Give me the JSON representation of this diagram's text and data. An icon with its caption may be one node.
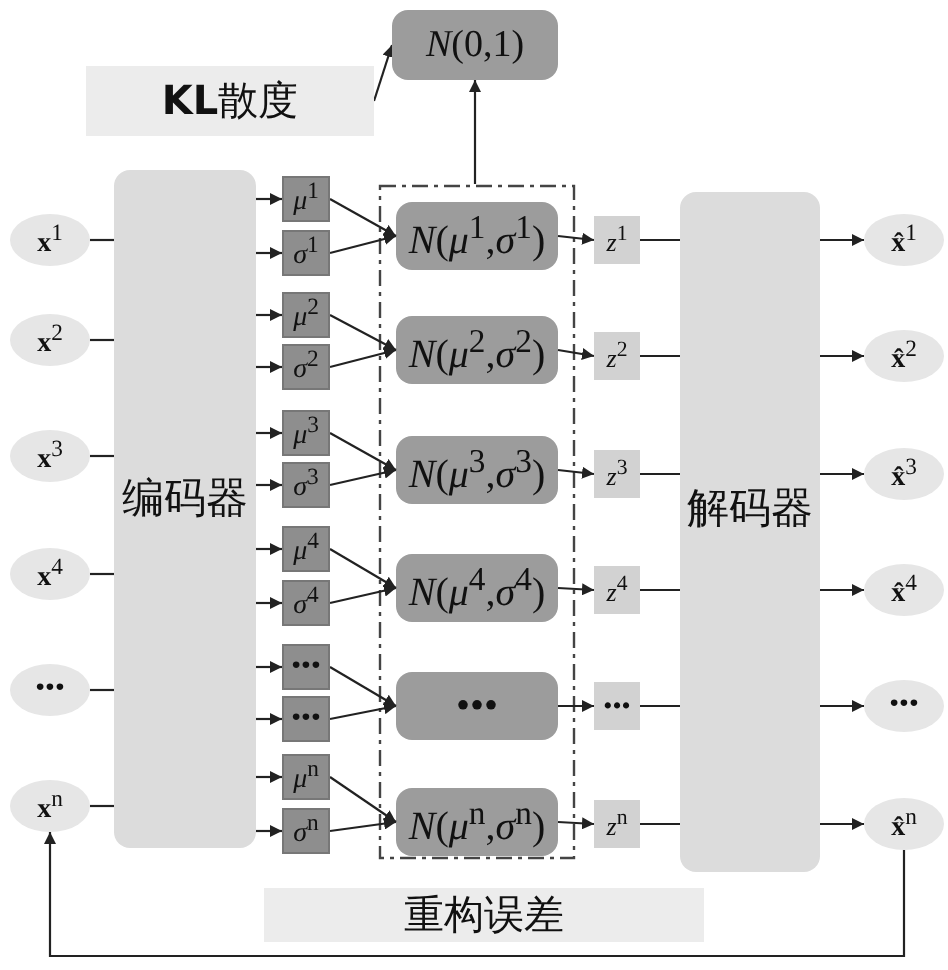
{
  "diagram": {
    "nodes": [
      {
        "text": [
          "*N*(0,1)"
        ]
      },
      {
        "text": [
          "**KL**散度"
        ]
      },
      {
        "text": [],
        "shape": "box"
      },
      {
        "text": [
          "**x**$^{1}$"
        ]
      },
      {
        "text": [
          "**x**$^{2}$"
        ]
      },
      {
        "text": [
          "**x**$^{3}$"
        ]
      },
      {
        "text": [
          "**x**$^{4}$"
        ]
      },
      {
        "text": [
          "•••"
        ]
      },
      {
        "text": [
          "**x**$^{n}$"
        ]
      },
      {
        "text": [
          "编码器"
        ]
      },
      {
        "text": [
          "*μ*$^{1}$"
        ]
      },
      {
        "text": [
          "*σ*$^{1}$"
        ]
      },
      {
        "text": [
          "*μ*$^{2}$"
        ]
      },
      {
        "text": [
          "*σ*$^{2}$"
        ]
      },
      {
        "text": [
          "*μ*$^{3}$"
        ]
      },
      {
        "text": [
          "*σ*$^{3}$"
        ]
      },
      {
        "text": [
          "*μ*$^{4}$"
        ]
      },
      {
        "text": [
          "*σ*$^{4}$"
        ]
      },
      {
        "text": [
          "•••"
        ]
      },
      {
        "text": [
          "•••"
        ]
      },
      {
        "text": [
          "*μ*$^{n}$"
        ]
      },
      {
        "text": [
          "*σ*$^{n}$"
        ]
      },
      {
        "text": [
          "*N*(*μ*$^{1}$,*σ*$^{1}$)"
        ],
        "in": 2
      },
      {
        "text": [
          "*N*(*μ*$^{2}$,*σ*$^{2}$)"
        ],
        "in": 2
      },
      {
        "text": [
          "*N*(*μ*$^{3}$,*σ*$^{3}$)"
        ],
        "in": 2
      },
      {
        "text": [
          "*N*(*μ*$^{4}$,*σ*$^{4}$)"
        ],
        "in": 2
      },
      {
        "text": [
          "•••"
        ],
        "in": 2
      },
      {
        "text": [
          "*N*(*μ*$^{n}$,*σ*$^{n}$)"
        ],
        "in": 2
      },
      {
        "text": [
          "*z*$^{1}$"
        ]
      },
      {
        "text": [
          "*z*$^{2}$"
        ]
      },
      {
        "text": [
          "*z*$^{3}$"
        ]
      },
      {
        "text": [
          "*z*$^{4}$"
        ]
      },
      {
        "text": [
          "•••"
        ]
      },
      {
        "text": [
          "*z*$^{n}$"
        ]
      },
      {
        "text": [
          "解码器"
        ]
      },
      {
        "text": [
          "**x̂**$^{1}$"
        ]
      },
      {
        "text": [
          "**x̂**$^{2}$"
        ]
      },
      {
        "text": [
          "**x̂**$^{3}$"
        ]
      },
      {
        "text": [
          "**x̂**$^{4}$"
        ]
      },
      {
        "text": [
          "•••"
        ]
      },
      {
        "text": [
          "**x̂**$^{n}$"
        ]
      },
      {
        "text": [
          "重构误差"
        ]
      }
    ],
    "edges": [
      {
        "from": 2,
        "to": 0,
        "arrow": "to"
      },
      {
        "from": 1,
        "to": 0,
        "arrow": "to"
      },
      {
        "from": 3,
        "to": 9,
        "arrow": "none"
      },
      {
        "from": 4,
        "to": 9,
        "arrow": "none"
      },
      {
        "from": 5,
        "to": 9,
        "arrow": "none"
      },
      {
        "from": 6,
        "to": 9,
        "arrow": "none"
      },
      {
        "from": 7,
        "to": 9,
        "arrow": "none"
      },
      {
        "from": 8,
        "to": 9,
        "arrow": "none"
      },
      {
        "from": 9,
        "to": 10,
        "arrow": "to"
      },
      {
        "from": 9,
        "to": 11,
        "arrow": "to"
      },
      {
        "from": 9,
        "to": 12,
        "arrow": "to"
      },
      {
        "from": 9,
        "to": 13,
        "arrow": "to"
      },
      {
        "from": 9,
        "to": 14,
        "arrow": "to"
      },
      {
        "from": 9,
        "to": 15,
        "arrow": "to"
      },
      {
        "from": 9,
        "to": 16,
        "arrow": "to"
      },
      {
        "from": 9,
        "to": 17,
        "arrow": "to"
      },
      {
        "from": 9,
        "to": 18,
        "arrow": "to"
      },
      {
        "from": 9,
        "to": 19,
        "arrow": "to"
      },
      {
        "from": 9,
        "to": 20,
        "arrow": "to"
      },
      {
        "from": 9,
        "to": 21,
        "arrow": "to"
      },
      {
        "from": 10,
        "to": 22,
        "arrow": "to"
      },
      {
        "from": 11,
        "to": 22,
        "arrow": "to"
      },
      {
        "from": 12,
        "to": 23,
        "arrow": "to"
      },
      {
        "from": 13,
        "to": 23,
        "arrow": "to"
      },
      {
        "from": 14,
        "to": 24,
        "arrow": "to"
      },
      {
        "from": 15,
        "to": 24,
        "arrow": "to"
      },
      {
        "from": 16,
        "to": 25,
        "arrow": "to"
      },
      {
        "from": 17,
        "to": 25,
        "arrow": "to"
      },
      {
        "from": 18,
        "to": 26,
        "arrow": "to"
      },
      {
        "from": 19,
        "to": 26,
        "arrow": "to"
      },
      {
        "from": 20,
        "to": 27,
        "arrow": "to"
      },
      {
        "from": 21,
        "to": 27,
        "arrow": "to"
      },
      {
        "from": 22,
        "to": 28,
        "arrow": "to"
      },
      {
        "from": 23,
        "to": 29,
        "arrow": "to"
      },
      {
        "from": 24,
        "to": 30,
        "arrow": "to"
      },
      {
        "from": 25,
        "to": 31,
        "arrow": "to"
      },
      {
        "from": 26,
        "to": 32,
        "arrow": "to"
      },
      {
        "from": 27,
        "to": 33,
        "arrow": "to"
      },
      {
        "from": 28,
        "to": 34,
        "arrow": "none"
      },
      {
        "from": 29,
        "to": 34,
        "arrow": "none"
      },
      {
        "from": 30,
        "to": 34,
        "arrow": "none"
      },
      {
        "from": 31,
        "to": 34,
        "arrow": "none"
      },
      {
        "from": 32,
        "to": 34,
        "arrow": "none"
      },
      {
        "from": 33,
        "to": 34,
        "arrow": "none"
      },
      {
        "from": 34,
        "to": 35,
        "arrow": "to"
      },
      {
        "from": 34,
        "to": 36,
        "arrow": "to"
      },
      {
        "from": 34,
        "to": 37,
        "arrow": "to"
      },
      {
        "from": 34,
        "to": 38,
        "arrow": "to"
      },
      {
        "from": 34,
        "to": 39,
        "arrow": "to"
      },
      {
        "from": 34,
        "to": 40,
        "arrow": "to"
      },
      {
        "from": 40,
        "to": 8,
        "arrow": "to"
      }
    ]
  }
}
